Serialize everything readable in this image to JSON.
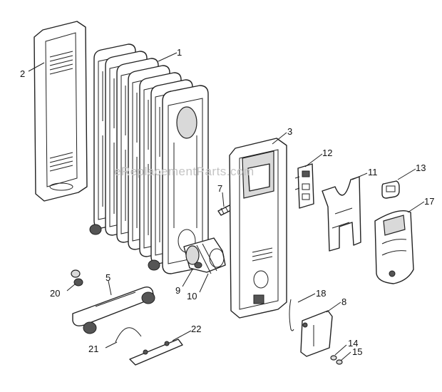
{
  "watermark": "eReplacementParts.com",
  "callouts": [
    {
      "id": "p1",
      "label": "1"
    },
    {
      "id": "p2",
      "label": "2"
    },
    {
      "id": "p3",
      "label": "3"
    },
    {
      "id": "p5",
      "label": "5"
    },
    {
      "id": "p7",
      "label": "7"
    },
    {
      "id": "p8",
      "label": "8"
    },
    {
      "id": "p9",
      "label": "9"
    },
    {
      "id": "p10",
      "label": "10"
    },
    {
      "id": "p11",
      "label": "11"
    },
    {
      "id": "p12",
      "label": "12"
    },
    {
      "id": "p13",
      "label": "13"
    },
    {
      "id": "p14",
      "label": "14"
    },
    {
      "id": "p15",
      "label": "15"
    },
    {
      "id": "p17",
      "label": "17"
    },
    {
      "id": "p18",
      "label": "18"
    },
    {
      "id": "p20",
      "label": "20"
    },
    {
      "id": "p21",
      "label": "21"
    },
    {
      "id": "p22",
      "label": "22"
    }
  ]
}
